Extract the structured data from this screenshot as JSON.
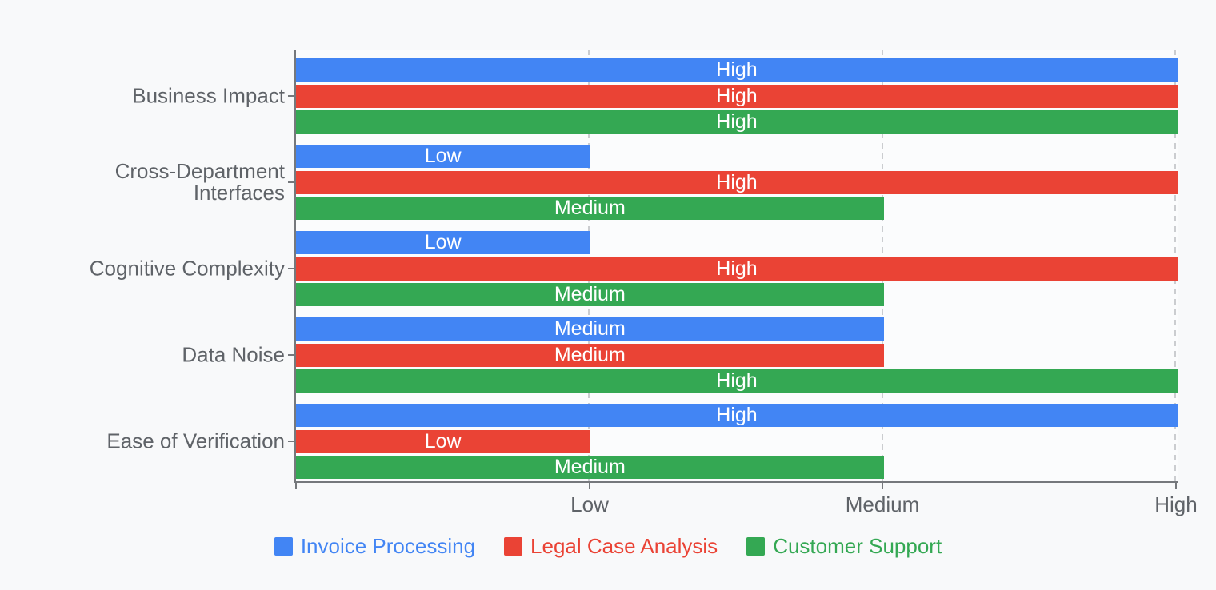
{
  "chart_data": {
    "type": "bar",
    "orientation": "horizontal",
    "title": "",
    "categories": [
      "Business Impact",
      "Cross-Department Interfaces",
      "Cognitive Complexity",
      "Data Noise",
      "Ease of Verification"
    ],
    "series": [
      {
        "name": "Invoice Processing",
        "color": "#4285F4",
        "values": [
          "High",
          "Low",
          "Low",
          "Medium",
          "High"
        ]
      },
      {
        "name": "Legal Case Analysis",
        "color": "#EA4335",
        "values": [
          "High",
          "High",
          "High",
          "Medium",
          "Low"
        ]
      },
      {
        "name": "Customer Support",
        "color": "#34A853",
        "values": [
          "High",
          "Medium",
          "Medium",
          "High",
          "Medium"
        ]
      }
    ],
    "x_ticks": [
      "Low",
      "Medium",
      "High"
    ],
    "value_map": {
      "Low": 1,
      "Medium": 2,
      "High": 3
    },
    "x_range": [
      0,
      3
    ],
    "bar_labels_inside": true,
    "legend_position": "bottom-center",
    "grid": "vertical dashed lines at Low, Medium, High"
  },
  "colors": {
    "background": "#F8F9FA",
    "plot_background": "#FBFCFD",
    "axis_line": "#75787c",
    "gridline": "#cbcdd0",
    "tick_label_text": "#5f6368",
    "bar_label_text": "#FFFFFF"
  }
}
